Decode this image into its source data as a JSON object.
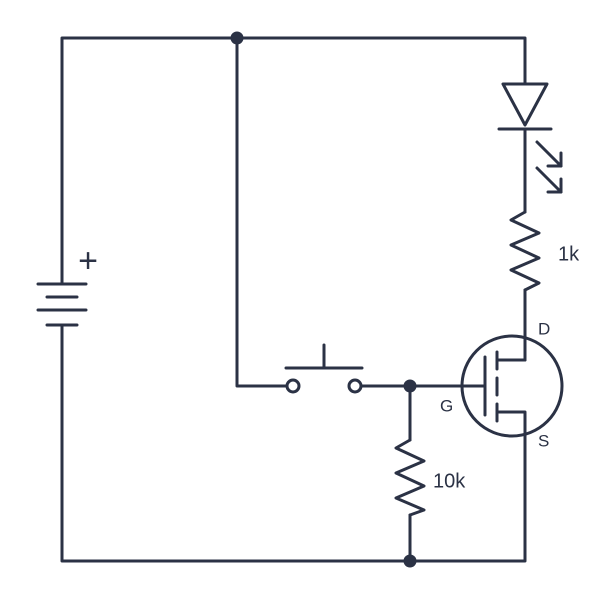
{
  "components": {
    "battery": {
      "polarity": "+",
      "icon": "battery-icon"
    },
    "push_button": {
      "icon": "push-button-icon"
    },
    "led": {
      "icon": "led-icon",
      "fill_color": "#1a8fc1"
    },
    "resistor_led": {
      "value": "1k",
      "icon": "resistor-icon"
    },
    "resistor_gate": {
      "value": "10k",
      "icon": "resistor-icon"
    },
    "mosfet": {
      "icon": "n-channel-mosfet-icon",
      "pins": {
        "drain": "D",
        "gate": "G",
        "source": "S"
      }
    }
  },
  "colors": {
    "wire": "#2b3245",
    "led": "#1a8fc1",
    "background": "#ffffff"
  }
}
